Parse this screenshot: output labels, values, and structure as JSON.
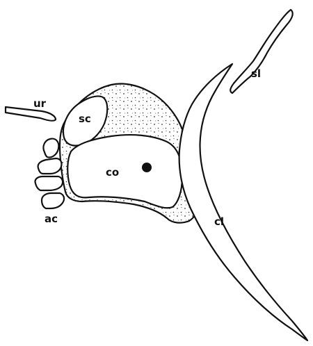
{
  "labels": {
    "ur": "ur",
    "sc": "sc",
    "co": "co",
    "ac": "ac",
    "cl": "cl",
    "sl": "sl"
  },
  "colors": {
    "ink": "#111111",
    "background": "#ffffff"
  }
}
